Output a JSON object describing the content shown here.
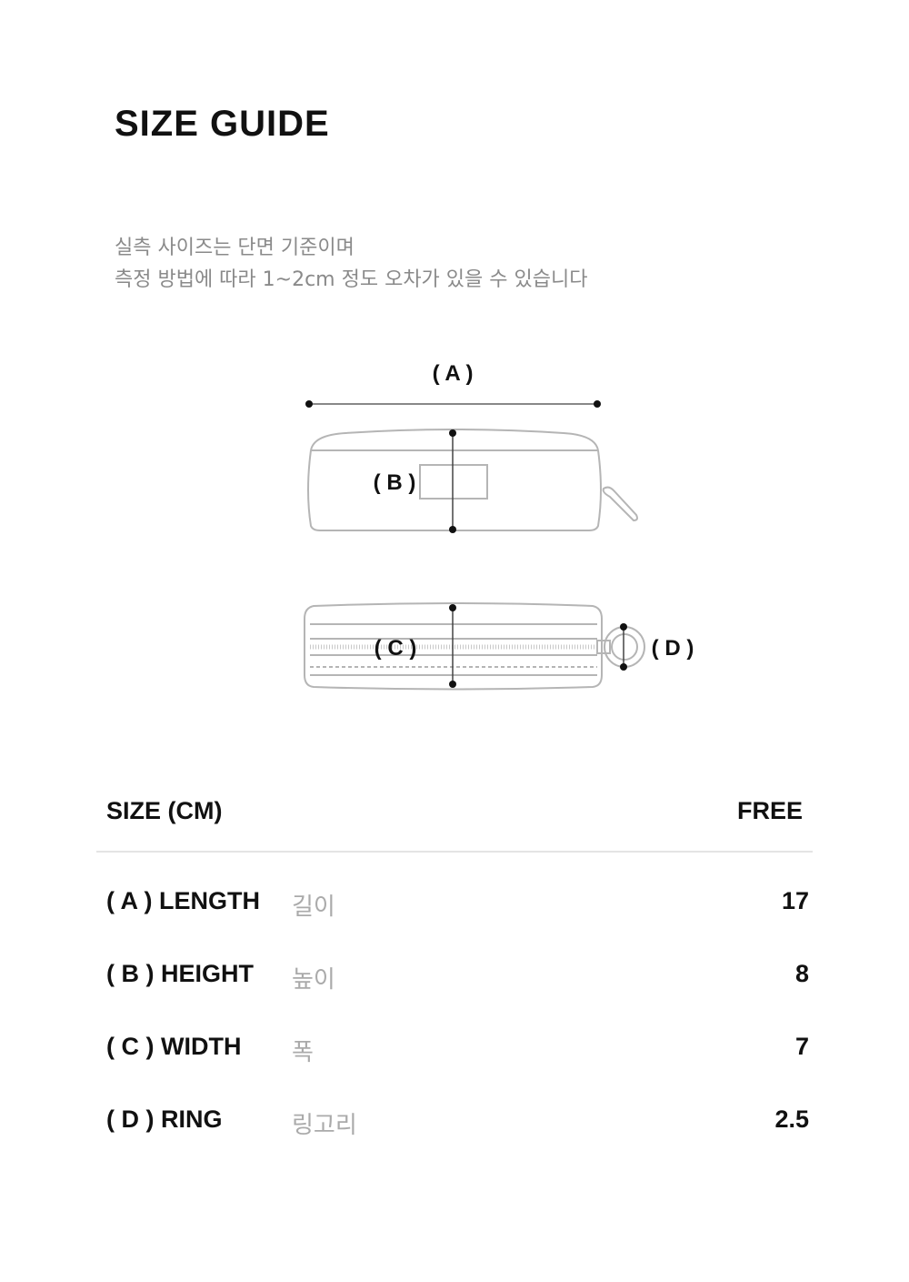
{
  "title": "SIZE GUIDE",
  "notice": [
    "실측 사이즈는 단면 기준이며",
    "측정 방법에 따라 1~2cm 정도 오차가 있을 수 있습니다"
  ],
  "diagram": {
    "label_a": "( A )",
    "label_b": "( B )",
    "label_c": "( C )",
    "label_d": "( D )"
  },
  "table": {
    "header": {
      "label": "SIZE (CM)",
      "size": "FREE"
    },
    "rows": [
      {
        "en": "( A ) LENGTH",
        "ko": "길이",
        "value": "17"
      },
      {
        "en": "( B ) HEIGHT",
        "ko": "높이",
        "value": "8"
      },
      {
        "en": "( C ) WIDTH",
        "ko": "폭",
        "value": "7"
      },
      {
        "en": "( D ) RING",
        "ko": "링고리",
        "value": "2.5"
      }
    ]
  }
}
